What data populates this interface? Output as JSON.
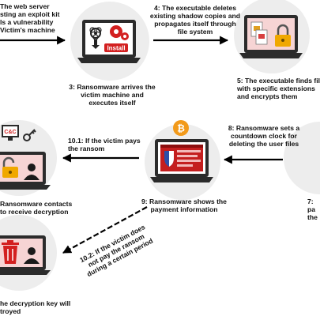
{
  "steps": {
    "s2": {
      "lines": [
        "The web server",
        "sting an exploit kit",
        "ls a vulnerability",
        "Victim's machine"
      ]
    },
    "s3": {
      "lines": [
        "3: Ransomware arrives the",
        "victim machine and",
        "executes itself"
      ]
    },
    "s4": {
      "lines": [
        "4: The executable deletes",
        "existing shadow copies and",
        "propagates itself through",
        "file system"
      ]
    },
    "s5": {
      "lines": [
        "5: The executable finds fil",
        "with specific extensions",
        "and encrypts them"
      ]
    },
    "s7": {
      "lines": [
        "7:",
        "pa",
        "the"
      ]
    },
    "s8": {
      "lines": [
        "8: Ransomware sets a",
        "countdown clock for",
        "deleting the user files"
      ]
    },
    "s9": {
      "lines": [
        "9: Ransomware shows the",
        "payment information"
      ]
    },
    "s10_1": {
      "lines": [
        "10.1: If the victim pays",
        "the ransom"
      ]
    },
    "s10_2": {
      "lines": [
        "10.2: If the victim does",
        "not pay the ransom",
        "during a certain period"
      ]
    },
    "s11": {
      "lines": [
        "Ransomware contacts",
        "to receive decryption"
      ]
    },
    "s12": {
      "lines": [
        "he decryption key will",
        "troyed"
      ]
    }
  },
  "screen_texts": {
    "install": "Install",
    "cnc": "C&C"
  },
  "icons": {
    "n3": [
      "biohazard-icon",
      "gear-icon",
      "download-arrow-icon",
      "install-button-icon"
    ],
    "n5": [
      "document-icon",
      "padlock-icon"
    ],
    "n9": [
      "bitcoin-icon",
      "ransom-window-icon",
      "shield-icon"
    ],
    "n11": [
      "computer-icon",
      "key-icon",
      "padlock-icon",
      "hacker-icon"
    ],
    "n12": [
      "trash-can-icon",
      "hacker-icon"
    ]
  },
  "colors": {
    "circle_fill": "#ededed",
    "laptop_frame": "#2b2b2b",
    "accent_red": "#d32020",
    "lock_orange": "#f0a800",
    "bitcoin_orange": "#f29a1a",
    "text": "#111111"
  }
}
